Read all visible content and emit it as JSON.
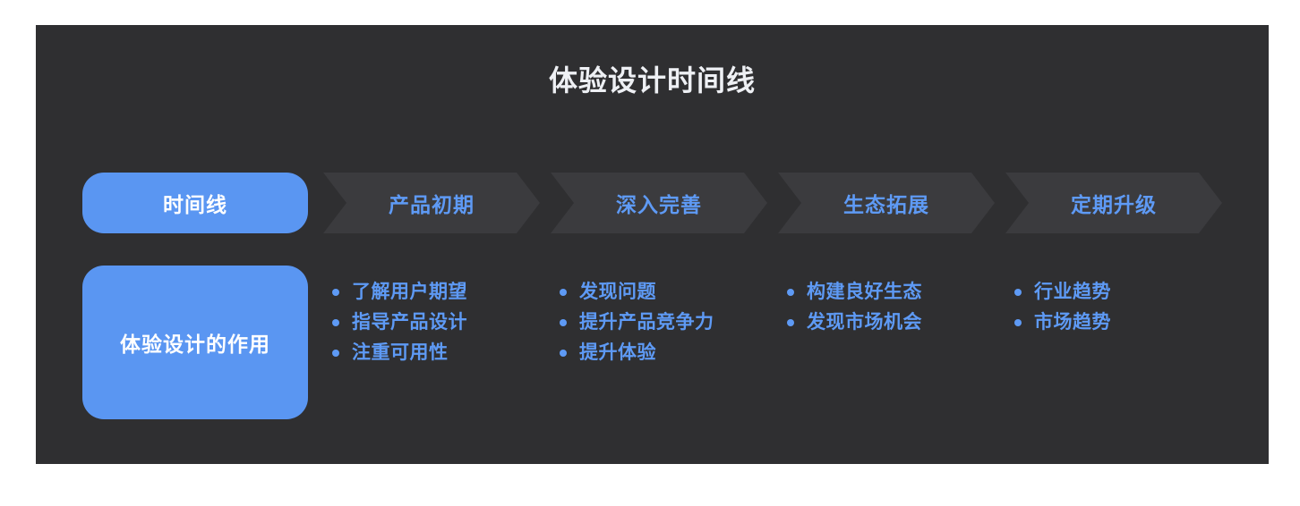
{
  "title": "体验设计时间线",
  "colors": {
    "card_background": "#2f2f31",
    "chevron_background": "#3b3b3e",
    "accent_blue": "#5a96f2",
    "text_blue": "#5e9af5",
    "text_light": "#eef0f4"
  },
  "timeline": {
    "intro": {
      "header": "时间线",
      "body": "体验设计的作用"
    },
    "stages": [
      {
        "label": "产品初期",
        "bullets": [
          "了解用户期望",
          "指导产品设计",
          "注重可用性"
        ]
      },
      {
        "label": "深入完善",
        "bullets": [
          "发现问题",
          "提升产品竞争力",
          "提升体验"
        ]
      },
      {
        "label": "生态拓展",
        "bullets": [
          "构建良好生态",
          "发现市场机会"
        ]
      },
      {
        "label": "定期升级",
        "bullets": [
          "行业趋势",
          "市场趋势"
        ]
      }
    ]
  }
}
